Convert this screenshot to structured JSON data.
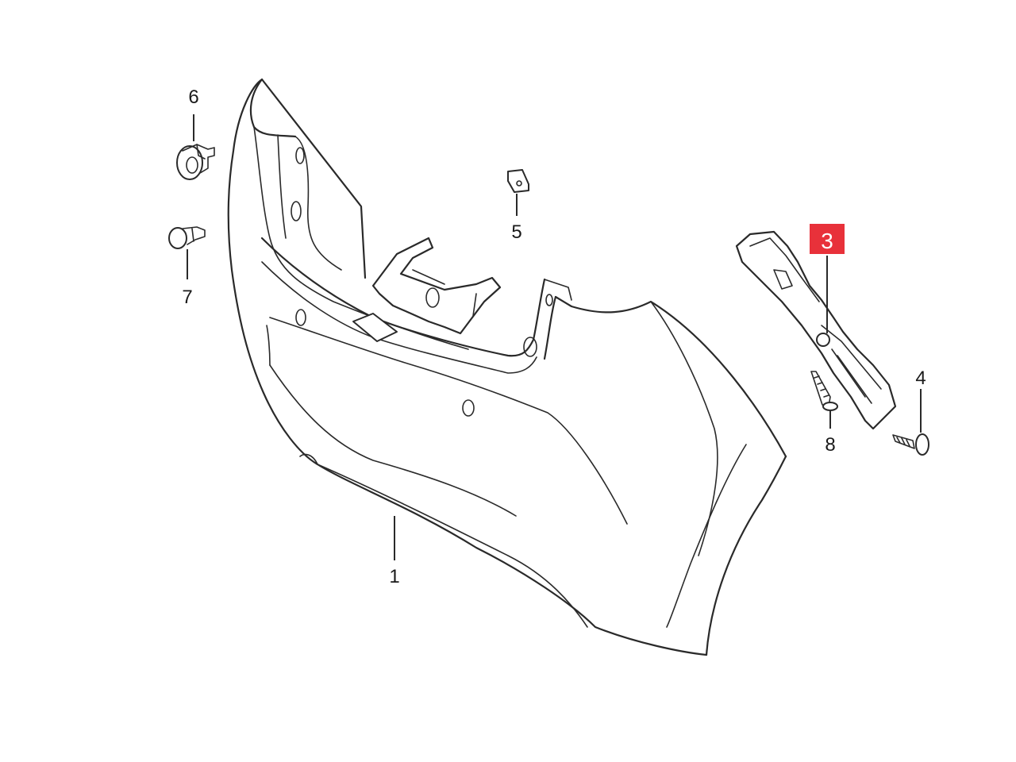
{
  "diagram": {
    "labels": {
      "part_1": "1",
      "part_3": "3",
      "part_4": "4",
      "part_5": "5",
      "part_6": "6",
      "part_7": "7",
      "part_8": "8"
    },
    "highlight_color": "#e8313a",
    "line_color": "#2a2a2a"
  }
}
